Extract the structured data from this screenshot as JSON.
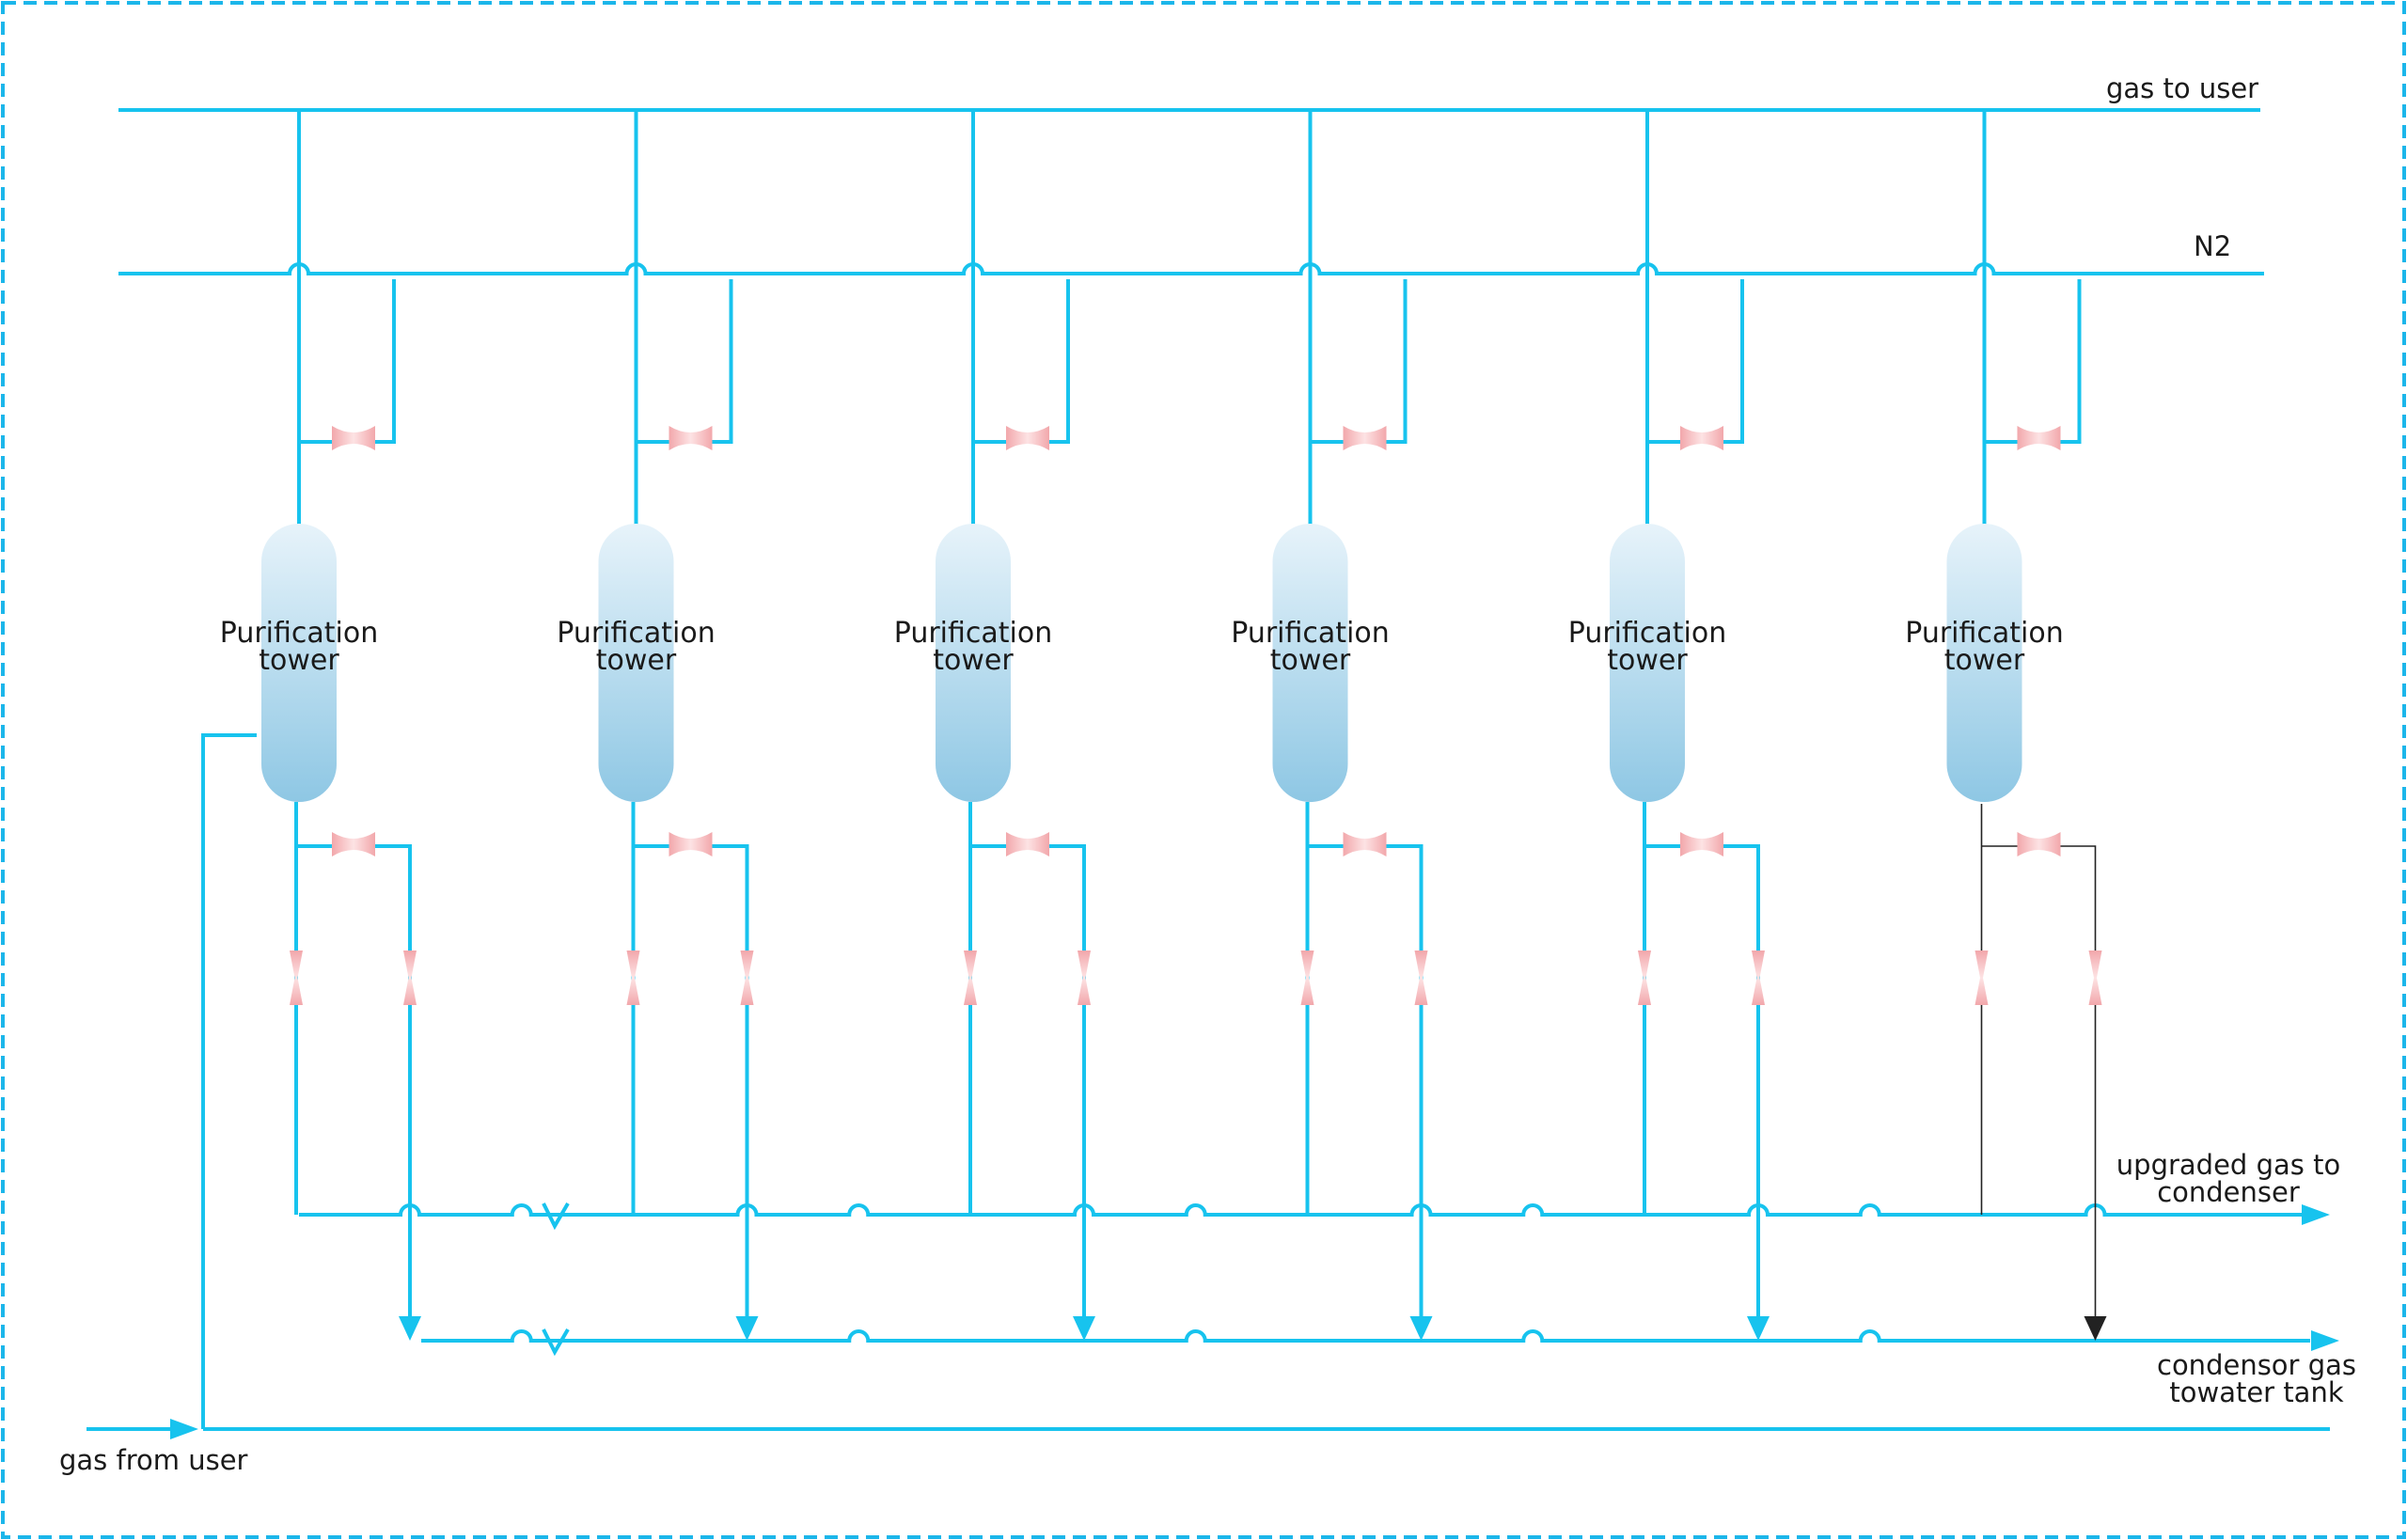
{
  "diagram": {
    "labels": {
      "gas_to_user": "gas to user",
      "n2": "N2",
      "gas_from_user": "gas from user",
      "upgraded_line1": "upgraded gas to",
      "upgraded_line2": "condenser",
      "condensor_line1": "condensor gas",
      "condensor_line2": "towater  tank"
    },
    "tower_label_line1": "Purification",
    "tower_label_line2": "tower",
    "tower_count": 6,
    "colors": {
      "pipe": "#17c3ee",
      "valve": "#f2a7ab",
      "valve_light": "#fde3e4",
      "tower_top": "#e7f3fa",
      "tower_bottom": "#8ec7e4",
      "frame": "#1bb6ea",
      "thin_line": "#222222"
    }
  }
}
